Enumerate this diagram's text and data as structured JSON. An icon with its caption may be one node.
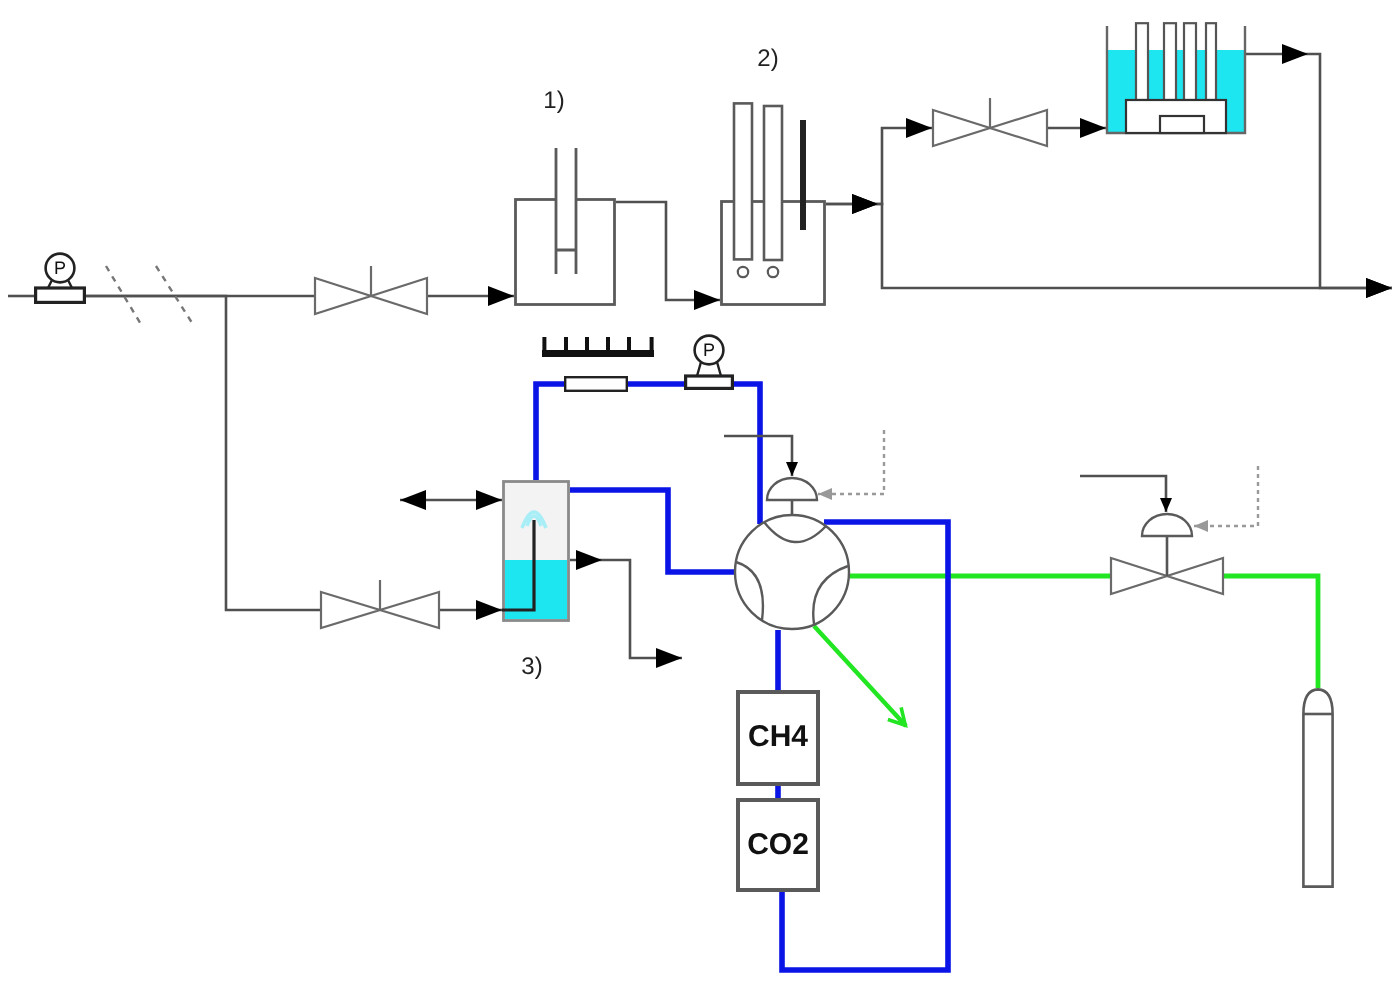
{
  "diagram": {
    "nodes": [
      {
        "text": [
          "P"
        ]
      },
      {
        "text": [],
        "shape": "valve"
      },
      {
        "text": [],
        "shape": "vessel",
        "beside": [
          "1)"
        ]
      },
      {
        "text": [],
        "shape": "vessel",
        "beside": [
          "2)"
        ]
      },
      {
        "text": [],
        "shape": "valve"
      },
      {
        "text": [],
        "shape": "tank"
      },
      {
        "text": [],
        "shape": "valve"
      },
      {
        "text": [],
        "shape": "vessel",
        "beside": [
          "3)"
        ]
      },
      {
        "text": [],
        "shape": "box"
      },
      {
        "text": [
          "P"
        ]
      },
      {
        "text": [],
        "shape": "circle"
      },
      {
        "text": [],
        "shape": "valve"
      },
      {
        "text": [],
        "shape": "cylinder"
      },
      {
        "text": [
          "CH4"
        ]
      },
      {
        "text": [
          "CO2"
        ]
      }
    ],
    "edges": [
      {
        "from": null,
        "to": 0,
        "arrow": "none"
      },
      {
        "from": 0,
        "to": 1,
        "arrow": "none"
      },
      {
        "from": 0,
        "to": 6,
        "arrow": "none"
      },
      {
        "from": 1,
        "to": 2,
        "arrow": "to"
      },
      {
        "from": 2,
        "to": 3,
        "arrow": "to"
      },
      {
        "from": 3,
        "to": 4,
        "arrow": "to"
      },
      {
        "from": 3,
        "to": null,
        "arrow": "to"
      },
      {
        "from": 4,
        "to": 5,
        "arrow": "to"
      },
      {
        "from": 5,
        "to": null,
        "arrow": "to"
      },
      {
        "from": 6,
        "to": 7,
        "arrow": "to"
      },
      {
        "from": null,
        "to": 7,
        "arrow": "both"
      },
      {
        "from": 7,
        "to": null,
        "arrow": "to"
      },
      {
        "from": 7,
        "to": 8,
        "arrow": "none",
        "color": "#0a14e6"
      },
      {
        "from": 8,
        "to": 9,
        "arrow": "none",
        "color": "#0a14e6"
      },
      {
        "from": 9,
        "to": 10,
        "arrow": "none",
        "color": "#0a14e6"
      },
      {
        "from": 7,
        "to": 10,
        "arrow": "none",
        "color": "#0a14e6"
      },
      {
        "from": null,
        "to": 10,
        "arrow": "to"
      },
      {
        "from": null,
        "to": 10,
        "arrow": "to",
        "style": "dashed",
        "color": "#999999"
      },
      {
        "from": 10,
        "to": 11,
        "arrow": "none",
        "color": "#22e622"
      },
      {
        "from": 11,
        "to": 12,
        "arrow": "none",
        "color": "#22e622"
      },
      {
        "from": null,
        "to": 11,
        "arrow": "to"
      },
      {
        "from": null,
        "to": 11,
        "arrow": "to",
        "style": "dashed",
        "color": "#999999"
      },
      {
        "from": 10,
        "to": null,
        "arrow": "to",
        "color": "#22e622"
      },
      {
        "from": 10,
        "to": 13,
        "arrow": "none",
        "color": "#0a14e6"
      },
      {
        "from": 13,
        "to": 14,
        "arrow": "none",
        "color": "#0a14e6"
      },
      {
        "from": 10,
        "to": 14,
        "arrow": "none",
        "color": "#0a14e6"
      }
    ]
  }
}
